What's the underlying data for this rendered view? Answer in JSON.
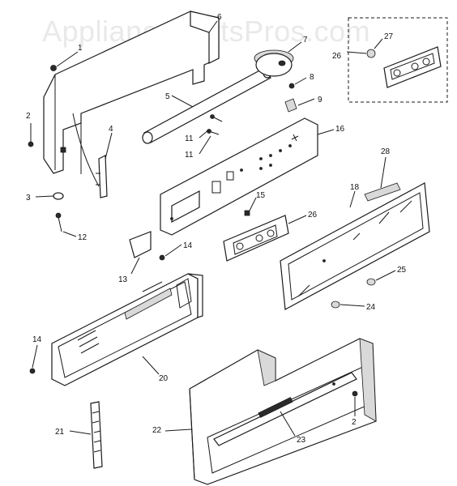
{
  "watermark": "AppliancePartsPros.com",
  "callouts": {
    "c1": "1",
    "c2a": "2",
    "c2b": "2",
    "c3": "3",
    "c4": "4",
    "c5": "5",
    "c6": "6",
    "c7": "7",
    "c8": "8",
    "c9": "9",
    "c11a": "11",
    "c11b": "11",
    "c12": "12",
    "c13": "13",
    "c14a": "14",
    "c14b": "14",
    "c15": "15",
    "c16": "16",
    "c18": "18",
    "c20": "20",
    "c21": "21",
    "c22": "22",
    "c23": "23",
    "c24": "24",
    "c25": "25",
    "c26a": "26",
    "c26b": "26",
    "c27": "27",
    "c28": "28"
  }
}
